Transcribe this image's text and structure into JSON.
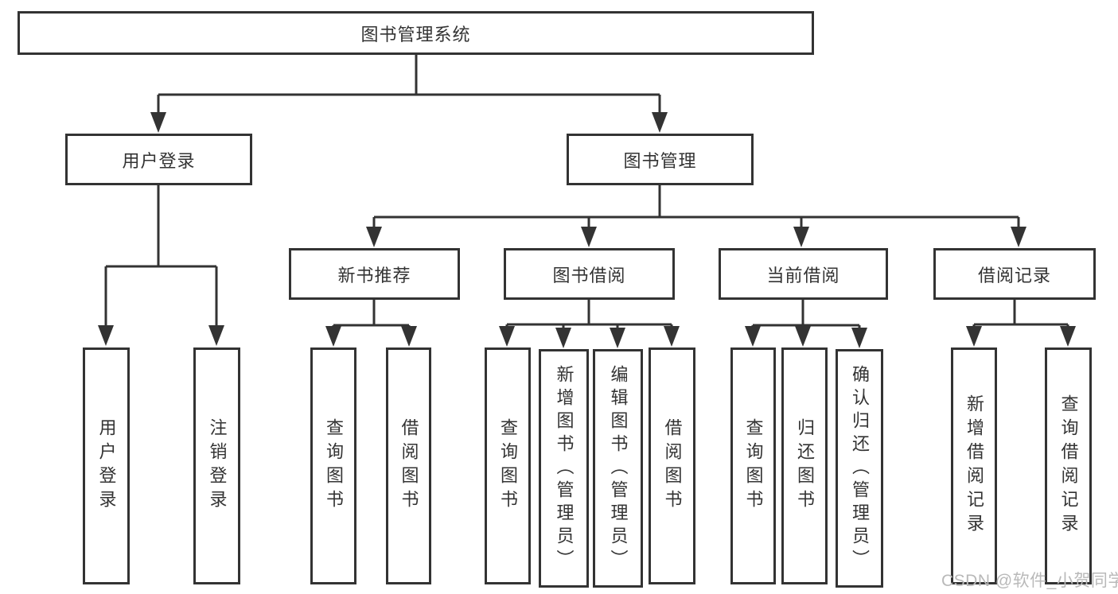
{
  "colors": {
    "line": "#333333",
    "background": "#ffffff",
    "watermark": "#b9b9b9"
  },
  "tree": {
    "root": {
      "label": "图书管理系统"
    },
    "branches": [
      {
        "label": "用户登录",
        "children": [
          {
            "label": "用户登录"
          },
          {
            "label": "注销登录"
          }
        ]
      },
      {
        "label": "图书管理",
        "children": [
          {
            "label": "新书推荐",
            "children": [
              {
                "label": "查询图书"
              },
              {
                "label": "借阅图书"
              }
            ]
          },
          {
            "label": "图书借阅",
            "children": [
              {
                "label": "查询图书"
              },
              {
                "label": "新增图书（管理员）"
              },
              {
                "label": "编辑图书（管理员）"
              },
              {
                "label": "借阅图书"
              }
            ]
          },
          {
            "label": "当前借阅",
            "children": [
              {
                "label": "查询图书"
              },
              {
                "label": "归还图书"
              },
              {
                "label": "确认归还（管理员）"
              }
            ]
          },
          {
            "label": "借阅记录",
            "children": [
              {
                "label": "新增借阅记录"
              },
              {
                "label": "查询借阅记录"
              }
            ]
          }
        ]
      }
    ]
  },
  "watermark": {
    "text": "CSDN @软件_小贺同学"
  }
}
